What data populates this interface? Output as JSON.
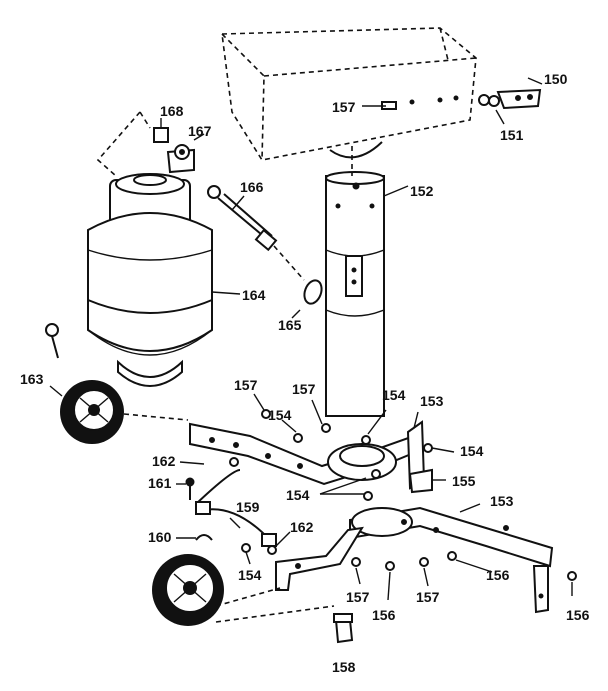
{
  "callouts": [
    {
      "id": "c150",
      "text": "150"
    },
    {
      "id": "c151",
      "text": "151"
    },
    {
      "id": "c152",
      "text": "152"
    },
    {
      "id": "c153a",
      "text": "153"
    },
    {
      "id": "c153b",
      "text": "153"
    },
    {
      "id": "c154a",
      "text": "154"
    },
    {
      "id": "c154b",
      "text": "154"
    },
    {
      "id": "c154c",
      "text": "154"
    },
    {
      "id": "c154d",
      "text": "154"
    },
    {
      "id": "c154e",
      "text": "154"
    },
    {
      "id": "c155",
      "text": "155"
    },
    {
      "id": "c156a",
      "text": "156"
    },
    {
      "id": "c156b",
      "text": "156"
    },
    {
      "id": "c156c",
      "text": "156"
    },
    {
      "id": "c157a",
      "text": "157"
    },
    {
      "id": "c157b",
      "text": "157"
    },
    {
      "id": "c157c",
      "text": "157"
    },
    {
      "id": "c157d",
      "text": "157"
    },
    {
      "id": "c157e",
      "text": "157"
    },
    {
      "id": "c158",
      "text": "158"
    },
    {
      "id": "c159",
      "text": "159"
    },
    {
      "id": "c160",
      "text": "160"
    },
    {
      "id": "c161",
      "text": "161"
    },
    {
      "id": "c162a",
      "text": "162"
    },
    {
      "id": "c162b",
      "text": "162"
    },
    {
      "id": "c163",
      "text": "163"
    },
    {
      "id": "c164",
      "text": "164"
    },
    {
      "id": "c165",
      "text": "165"
    },
    {
      "id": "c166",
      "text": "166"
    },
    {
      "id": "c167",
      "text": "167"
    },
    {
      "id": "c168",
      "text": "168"
    }
  ]
}
